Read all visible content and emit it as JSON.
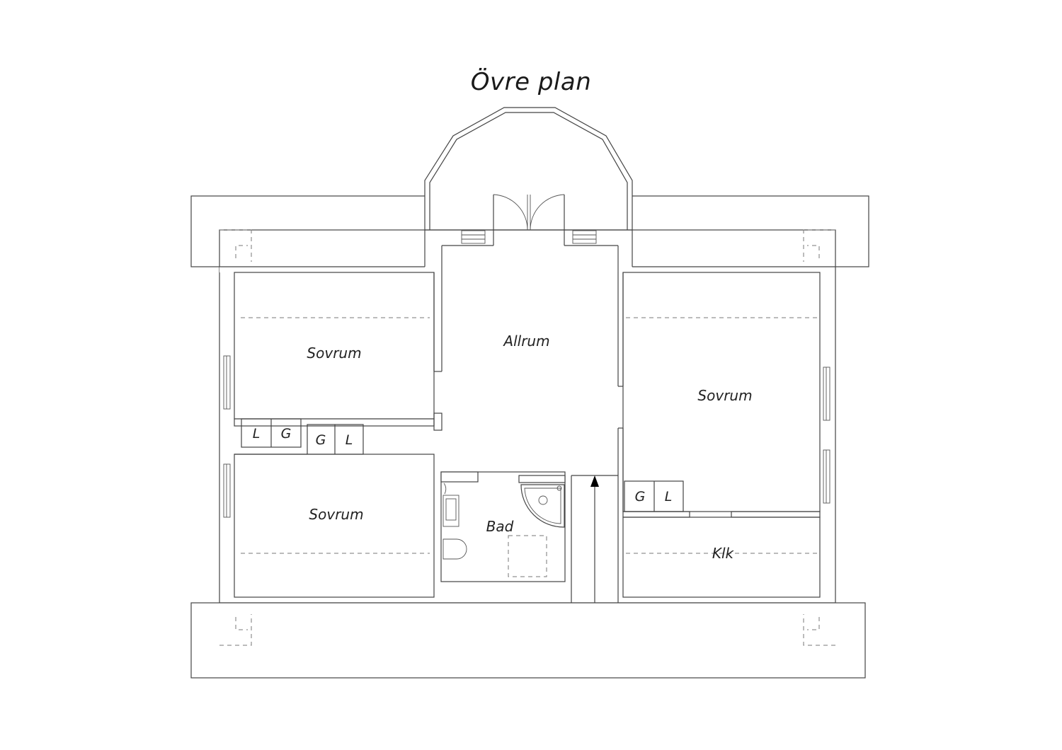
{
  "plan": {
    "title": "Övre plan",
    "rooms": {
      "allrum": "Allrum",
      "sovrum_top_left": "Sovrum",
      "sovrum_bottom_left": "Sovrum",
      "sovrum_right": "Sovrum",
      "bad": "Bad",
      "klk": "Klk"
    },
    "closets": {
      "left_1": "L",
      "left_2": "G",
      "left_3": "G",
      "left_4": "L",
      "right_1": "G",
      "right_2": "L"
    }
  }
}
